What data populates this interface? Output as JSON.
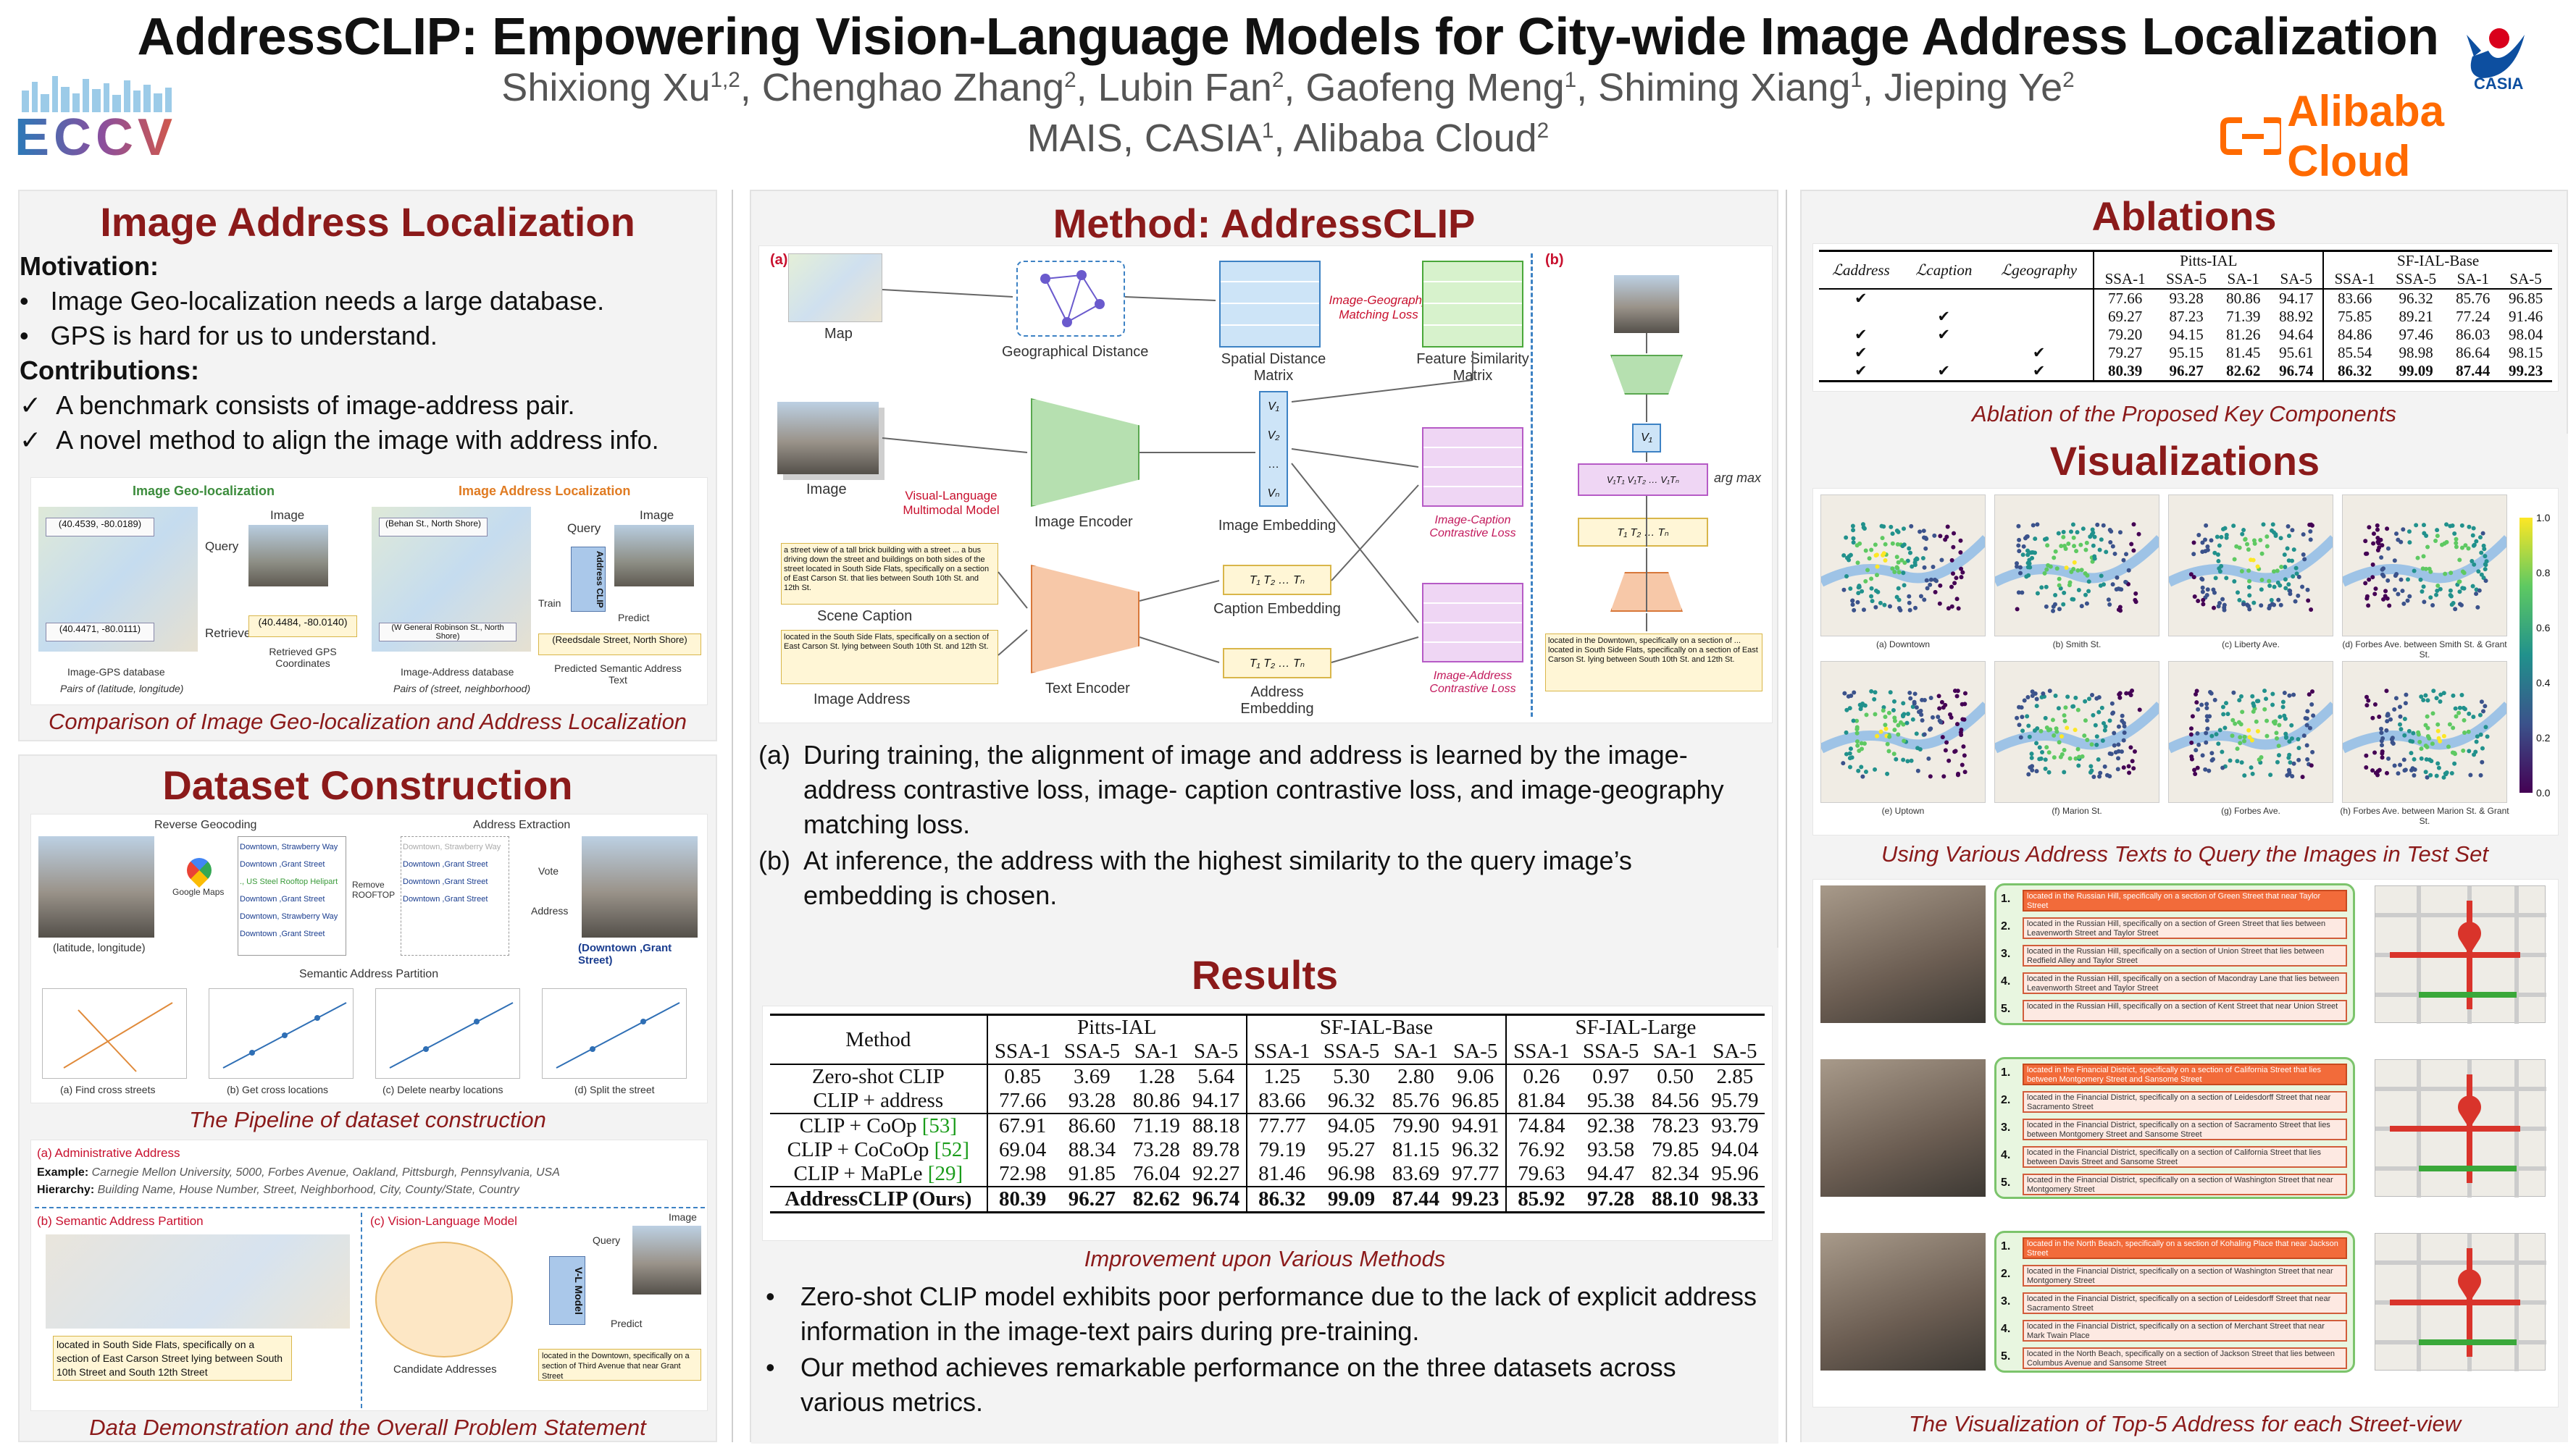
{
  "header": {
    "title": "AddressCLIP: Empowering Vision-Language Models for City-wide Image Address Localization",
    "authors": [
      {
        "name": "Shixiong Xu",
        "sup": "1,2"
      },
      {
        "name": "Chenghao Zhang",
        "sup": "2"
      },
      {
        "name": "Lubin Fan",
        "sup": "2"
      },
      {
        "name": "Gaofeng Meng",
        "sup": "1"
      },
      {
        "name": "Shiming Xiang",
        "sup": "1"
      },
      {
        "name": "Jieping Ye",
        "sup": "2"
      }
    ],
    "affiliations": [
      {
        "name": "MAIS, CASIA",
        "sup": "1"
      },
      {
        "name": "Alibaba Cloud",
        "sup": "2"
      }
    ],
    "logo_left": "ECCV",
    "logo_right_top": "CASIA",
    "logo_right_bottom": "Alibaba Cloud",
    "colors": {
      "accent": "#8b1a1a",
      "alibaba": "#ff6a00",
      "eccv_blue": "#2a7ab8",
      "eccv_purple": "#8a4f9e"
    }
  },
  "left": {
    "section1": {
      "title": "Image Address Localization",
      "motivation_heading": "Motivation:",
      "motivation": [
        "Image Geo-localization needs a large database.",
        "GPS is hard for us to understand."
      ],
      "contrib_heading": "Contributions:",
      "contributions": [
        "A benchmark consists of image-address pair.",
        "A novel method to align the image with address info."
      ],
      "fig": {
        "left_title": "Image Geo-localization",
        "right_title": "Image Address Localization",
        "query": "Query",
        "image": "Image",
        "retrieve": "Retrieve",
        "train": "Train",
        "predict": "Predict",
        "model": "Address CLIP",
        "coords1": "(40.4539, -80.0189)",
        "coords2": "(40.4471, -80.0111)",
        "retrieved": "(40.4484, -80.0140)",
        "retrieved_label": "Retrieved GPS Coordinates",
        "addr1": "(Behan St., North Shore)",
        "addr2": "(W General Robinson St., North Shore)",
        "predicted": "(Reedsdale Street, North Shore)",
        "predicted_label": "Predicted Semantic Address Text",
        "db_left": "Image-GPS database",
        "db_left_pairs": "Pairs of (latitude, longitude)",
        "db_right": "Image-Address database",
        "db_right_pairs": "Pairs of (street, neighborhood)"
      },
      "caption": "Comparison of Image Geo-localization and Address Localization"
    },
    "section2": {
      "title": "Dataset Construction",
      "fig1": {
        "reverse": "Reverse Geocoding",
        "extraction": "Address Extraction",
        "gmaps": "Google Maps",
        "remove": "Remove ROOFTOP",
        "vote": "Vote",
        "address": "Address",
        "latlon": "(latitude, longitude)",
        "result": "(Downtown ,Grant Street)",
        "list": [
          "Downtown, Strawberry Way",
          "Downtown ,Grant Street",
          "., US Steel Rooftop Helipart",
          "Downtown ,Grant Street",
          "Downtown, Strawberry Way",
          "Downtown ,Grant Street"
        ],
        "partition": "Semantic Address Partition",
        "steps": [
          "(a) Find cross streets",
          "(b) Get cross locations",
          "(c) Delete nearby locations",
          "(d) Split the street"
        ]
      },
      "caption1": "The Pipeline of dataset construction",
      "fig2": {
        "admin_title": "(a) Administrative Address",
        "example_label": "Example:",
        "example": "Carnegie Mellon University, 5000, Forbes Avenue, Oakland, Pittsburgh, Pennsylvania, USA",
        "hierarchy_label": "Hierarchy:",
        "hierarchy": "Building Name, House Number, Street, Neighborhood, City, County/State, Country",
        "sem_title": "(b) Semantic Address Partition",
        "vl_title": "(c) Vision-Language Model",
        "sem_text": "located in South Side Flats, specifically on a section of East Carson Street lying between South 10th Street and South 12th Street",
        "candidates": "Candidate Addresses",
        "query": "Query",
        "image": "Image",
        "predict": "Predict",
        "model": "V-L Model",
        "pred_text": "located in the Downtown, specifically on a section of Third Avenue that near Grant Street"
      },
      "caption2": "Data Demonstration and the Overall Problem Statement"
    }
  },
  "middle": {
    "method": {
      "title": "Method: AddressCLIP",
      "fig": {
        "a": "(a)",
        "b": "(b)",
        "map": "Map",
        "geo_dist": "Geographical Distance",
        "spatial": "Spatial Distance Matrix",
        "feature_sim": "Feature Similarity Matrix",
        "match_loss": "Image-Geography Matching Loss",
        "image": "Image",
        "vlm": "Visual-Language Multimodal Model",
        "img_enc": "Image Encoder",
        "img_emb": "Image Embedding",
        "cap_emb": "Caption Embedding",
        "addr_emb": "Address Embedding",
        "text_enc": "Text Encoder",
        "scene_cap": "Scene Caption",
        "image_addr": "Image Address",
        "cap_loss": "Image-Caption Contrastive Loss",
        "addr_loss": "Image-Address Contrastive Loss",
        "argmax": "arg max",
        "caption_text": "a street view of a tall brick building with a street ... a bus driving down the street and buildings on both sides of the street located in South Side Flats, specifically on a section of East Carson St. that lies between South 10th St. and 12th St.",
        "addr_text": "located in the South Side Flats, specifically on a section of East Carson St. lying between South 10th St. and 12th St.",
        "inf_text": "located in the Downtown, specifically on a section of ... located in South Side Flats, specifically on a section of East Carson St. lying between South 10th St. and 12th St."
      },
      "bullets": [
        {
          "tag": "(a)",
          "text": "During training, the alignment of image and address is learned by the image-address contrastive loss, image- caption contrastive loss, and image-geography matching loss."
        },
        {
          "tag": "(b)",
          "text": "At inference, the address with the highest similarity to the query image’s embedding is chosen."
        }
      ]
    },
    "results": {
      "title": "Results",
      "table": {
        "method_header": "Method",
        "groups": [
          "Pitts-IAL",
          "SF-IAL-Base",
          "SF-IAL-Large"
        ],
        "metrics": [
          "SSA-1",
          "SSA-5",
          "SA-1",
          "SA-5"
        ],
        "rows": [
          {
            "method": "Zero-shot CLIP",
            "ref": "",
            "vals": [
              "0.85",
              "3.69",
              "1.28",
              "5.64",
              "1.25",
              "5.30",
              "2.80",
              "9.06",
              "0.26",
              "0.97",
              "0.50",
              "2.85"
            ]
          },
          {
            "method": "CLIP + address",
            "ref": "",
            "vals": [
              "77.66",
              "93.28",
              "80.86",
              "94.17",
              "83.66",
              "96.32",
              "85.76",
              "96.85",
              "81.84",
              "95.38",
              "84.56",
              "95.79"
            ]
          },
          {
            "method": "CLIP + CoOp",
            "ref": "[53]",
            "vals": [
              "67.91",
              "86.60",
              "71.19",
              "88.18",
              "77.77",
              "94.05",
              "79.90",
              "94.91",
              "74.84",
              "92.38",
              "78.23",
              "93.79"
            ]
          },
          {
            "method": "CLIP + CoCoOp",
            "ref": "[52]",
            "vals": [
              "69.04",
              "88.34",
              "73.28",
              "89.78",
              "79.19",
              "95.27",
              "81.15",
              "96.32",
              "76.92",
              "93.58",
              "79.85",
              "94.04"
            ]
          },
          {
            "method": "CLIP + MaPLe",
            "ref": "[29]",
            "vals": [
              "72.98",
              "91.85",
              "76.04",
              "92.27",
              "81.46",
              "96.98",
              "83.69",
              "97.77",
              "79.63",
              "94.47",
              "82.34",
              "95.96"
            ]
          },
          {
            "method": "AddressCLIP (Ours)",
            "ref": "",
            "vals": [
              "80.39",
              "96.27",
              "82.62",
              "96.74",
              "86.32",
              "99.09",
              "87.44",
              "99.23",
              "85.92",
              "97.28",
              "88.10",
              "98.33"
            ]
          }
        ]
      },
      "caption": "Improvement upon Various Methods",
      "bullets": [
        "Zero-shot CLIP model exhibits poor performance due to the lack of explicit address information in the image-text pairs during pre-training.",
        "Our method achieves remarkable performance on the three datasets across various metrics."
      ]
    }
  },
  "right": {
    "ablations": {
      "title": "Ablations",
      "loss_headers": [
        "ℒaddress",
        "ℒcaption",
        "ℒgeography"
      ],
      "groups": [
        "Pitts-IAL",
        "SF-IAL-Base"
      ],
      "metrics": [
        "SSA-1",
        "SSA-5",
        "SA-1",
        "SA-5"
      ],
      "rows": [
        {
          "checks": [
            "✔",
            "",
            ""
          ],
          "vals": [
            "77.66",
            "93.28",
            "80.86",
            "94.17",
            "83.66",
            "96.32",
            "85.76",
            "96.85"
          ]
        },
        {
          "checks": [
            "",
            "✔",
            ""
          ],
          "vals": [
            "69.27",
            "87.23",
            "71.39",
            "88.92",
            "75.85",
            "89.21",
            "77.24",
            "91.46"
          ]
        },
        {
          "checks": [
            "✔",
            "✔",
            ""
          ],
          "vals": [
            "79.20",
            "94.15",
            "81.26",
            "94.64",
            "84.86",
            "97.46",
            "86.03",
            "98.04"
          ]
        },
        {
          "checks": [
            "✔",
            "",
            "✔"
          ],
          "vals": [
            "79.27",
            "95.15",
            "81.45",
            "95.61",
            "85.54",
            "98.98",
            "86.64",
            "98.15"
          ]
        },
        {
          "checks": [
            "✔",
            "✔",
            "✔"
          ],
          "vals": [
            "80.39",
            "96.27",
            "82.62",
            "96.74",
            "86.32",
            "99.09",
            "87.44",
            "99.23"
          ]
        }
      ],
      "caption": "Ablation of the Proposed Key Components"
    },
    "visualizations": {
      "title": "Visualizations",
      "maps": [
        "(a) Downtown",
        "(b) Smith St.",
        "(c) Liberty Ave.",
        "(d) Forbes Ave. between Smith St. & Grant St.",
        "(e) Uptown",
        "(f) Marion St.",
        "(g) Forbes Ave.",
        "(h) Forbes Ave. between Marion St. & Grant St."
      ],
      "colorbar": [
        "1.0",
        "0.8",
        "0.6",
        "0.4",
        "0.2",
        "0.0"
      ],
      "caption1": "Using Various Address Texts to Query the Images in Test Set",
      "top5": [
        [
          "located in the Russian Hill, specifically on a section of Green Street that near Taylor Street",
          "located in the Russian Hill, specifically on a section of Green Street that lies between Leavenworth Street and Taylor Street",
          "located in the Russian Hill, specifically on a section of Union Street that lies between Redfield Alley and Taylor Street",
          "located in the Russian Hill, specifically on a section of Macondray Lane that lies between Leavenworth Street and Taylor Street",
          "located in the Russian Hill, specifically on a section of Kent Street that near Union Street"
        ],
        [
          "located in the Financial District, specifically on a section of California Street that lies between Montgomery Street and Sansome Street",
          "located in the Financial District, specifically on a section of Leidesdorff Street that near Sacramento Street",
          "located in the Financial District, specifically on a section of Sacramento Street that lies between Montgomery Street and Sansome Street",
          "located in the Financial District, specifically on a section of California Street that lies between Davis Street and Sansome Street",
          "located in the Financial District, specifically on a section of Washington Street that near Montgomery Street"
        ],
        [
          "located in the North Beach, specifically on a section of Kohaling Place that near Jackson Street",
          "located in the Financial District, specifically on a section of Washington Street that near Montgomery Street",
          "located in the Financial District, specifically on a section of Leidesdorff Street that near Sacramento Street",
          "located in the Financial District, specifically on a section of Merchant Street that near Mark Twain Place",
          "located in the North Beach, specifically on a section of Jackson Street that lies between Columbus Avenue and Sansome Street"
        ]
      ],
      "caption2": "The Visualization of Top-5 Address for each Street-view"
    }
  }
}
